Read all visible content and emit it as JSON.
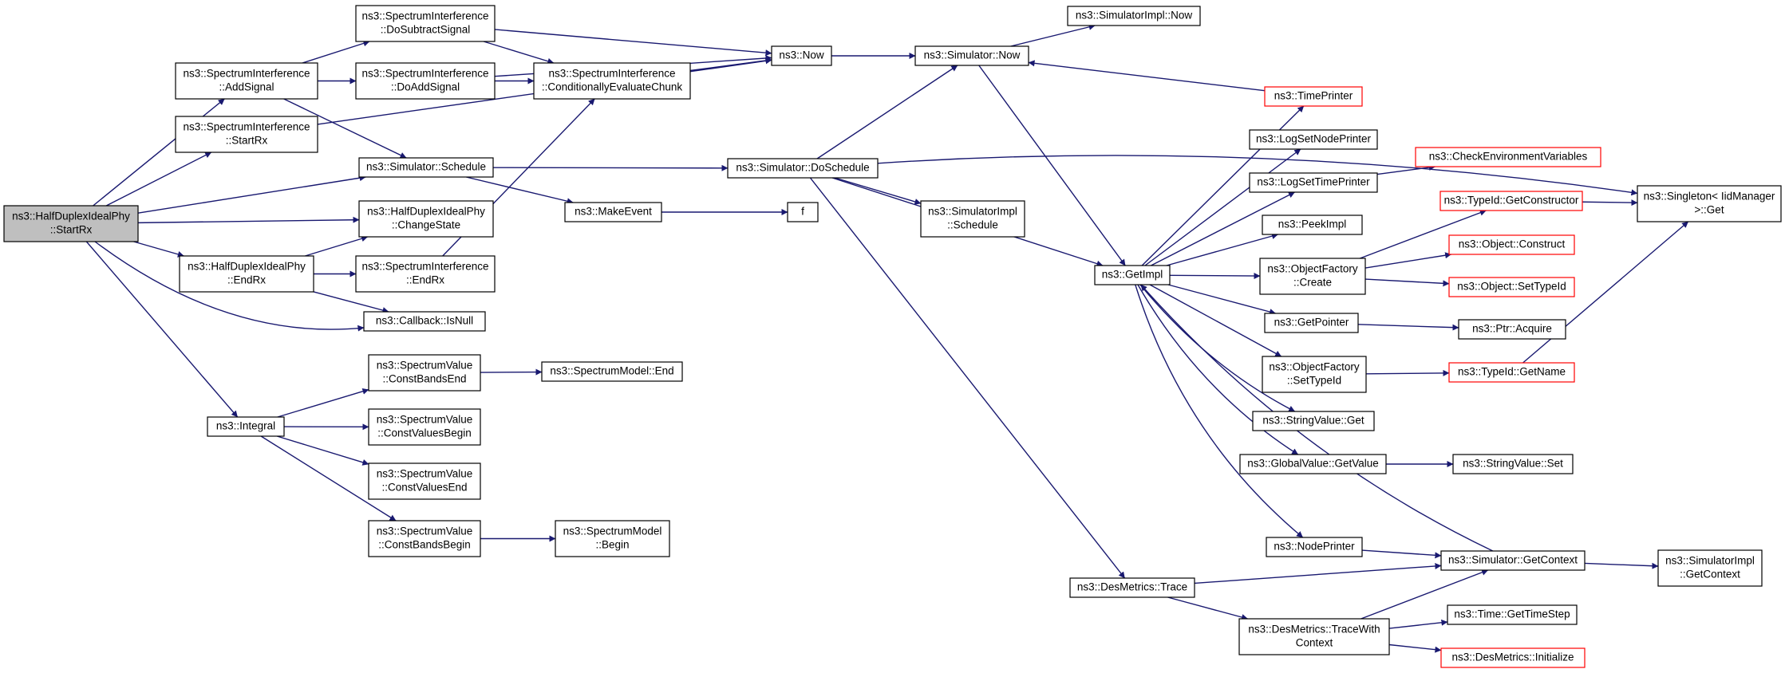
{
  "colors": {
    "edge": "#191970",
    "node_border": "#000000",
    "node_border_truncated": "#ff0000",
    "root_fill": "#bfbfbf",
    "node_fill": "#ffffff"
  },
  "nodes": [
    {
      "id": "start_rx",
      "lines": [
        "ns3::HalfDuplexIdealPhy",
        "::StartRx"
      ],
      "root": true
    },
    {
      "id": "si_addsignal",
      "lines": [
        "ns3::SpectrumInterference",
        "::AddSignal"
      ]
    },
    {
      "id": "si_startrx",
      "lines": [
        "ns3::SpectrumInterference",
        "::StartRx"
      ]
    },
    {
      "id": "hdp_endrx",
      "lines": [
        "ns3::HalfDuplexIdealPhy",
        "::EndRx"
      ]
    },
    {
      "id": "integral",
      "lines": [
        "ns3::Integral"
      ]
    },
    {
      "id": "si_dosub",
      "lines": [
        "ns3::SpectrumInterference",
        "::DoSubtractSignal"
      ]
    },
    {
      "id": "si_doadd",
      "lines": [
        "ns3::SpectrumInterference",
        "::DoAddSignal"
      ]
    },
    {
      "id": "sim_schedule",
      "lines": [
        "ns3::Simulator::Schedule"
      ]
    },
    {
      "id": "hdp_changestate",
      "lines": [
        "ns3::HalfDuplexIdealPhy",
        "::ChangeState"
      ]
    },
    {
      "id": "si_endrx",
      "lines": [
        "ns3::SpectrumInterference",
        "::EndRx"
      ]
    },
    {
      "id": "cb_isnull",
      "lines": [
        "ns3::Callback::IsNull"
      ]
    },
    {
      "id": "sv_cbe",
      "lines": [
        "ns3::SpectrumValue",
        "::ConstBandsEnd"
      ]
    },
    {
      "id": "sv_cvb",
      "lines": [
        "ns3::SpectrumValue",
        "::ConstValuesBegin"
      ]
    },
    {
      "id": "sv_cve",
      "lines": [
        "ns3::SpectrumValue",
        "::ConstValuesEnd"
      ]
    },
    {
      "id": "sv_cbb",
      "lines": [
        "ns3::SpectrumValue",
        "::ConstBandsBegin"
      ]
    },
    {
      "id": "si_cond",
      "lines": [
        "ns3::SpectrumInterference",
        "::ConditionallyEvaluateChunk"
      ]
    },
    {
      "id": "now",
      "lines": [
        "ns3::Now"
      ]
    },
    {
      "id": "makeevent",
      "lines": [
        "ns3::MakeEvent"
      ]
    },
    {
      "id": "sm_end",
      "lines": [
        "ns3::SpectrumModel::End"
      ]
    },
    {
      "id": "sm_begin",
      "lines": [
        "ns3::SpectrumModel",
        "::Begin"
      ]
    },
    {
      "id": "f",
      "lines": [
        "f"
      ]
    },
    {
      "id": "sim_now",
      "lines": [
        "ns3::Simulator::Now"
      ]
    },
    {
      "id": "sim_doschedule",
      "lines": [
        "ns3::Simulator::DoSchedule"
      ]
    },
    {
      "id": "simimpl_now",
      "lines": [
        "ns3::SimulatorImpl::Now"
      ]
    },
    {
      "id": "simimpl_schedule",
      "lines": [
        "ns3::SimulatorImpl",
        "::Schedule"
      ]
    },
    {
      "id": "getimpl",
      "lines": [
        "ns3::GetImpl"
      ]
    },
    {
      "id": "des_trace",
      "lines": [
        "ns3::DesMetrics::Trace"
      ]
    },
    {
      "id": "timeprinter",
      "lines": [
        "ns3::TimePrinter"
      ],
      "truncated": true
    },
    {
      "id": "logsetnode",
      "lines": [
        "ns3::LogSetNodePrinter"
      ]
    },
    {
      "id": "logsettime",
      "lines": [
        "ns3::LogSetTimePrinter"
      ]
    },
    {
      "id": "peekimpl",
      "lines": [
        "ns3::PeekImpl"
      ]
    },
    {
      "id": "of_create",
      "lines": [
        "ns3::ObjectFactory",
        "::Create"
      ]
    },
    {
      "id": "getpointer",
      "lines": [
        "ns3::GetPointer"
      ]
    },
    {
      "id": "of_settypeid",
      "lines": [
        "ns3::ObjectFactory",
        "::SetTypeId"
      ]
    },
    {
      "id": "stringvalue_get",
      "lines": [
        "ns3::StringValue::Get"
      ]
    },
    {
      "id": "gv_getvalue",
      "lines": [
        "ns3::GlobalValue::GetValue"
      ]
    },
    {
      "id": "nodeprinter",
      "lines": [
        "ns3::NodePrinter"
      ]
    },
    {
      "id": "des_tracewith",
      "lines": [
        "ns3::DesMetrics::TraceWith",
        "Context"
      ]
    },
    {
      "id": "checkenv",
      "lines": [
        "ns3::CheckEnvironmentVariables"
      ],
      "truncated": true
    },
    {
      "id": "typeid_getctor",
      "lines": [
        "ns3::TypeId::GetConstructor"
      ],
      "truncated": true
    },
    {
      "id": "obj_construct",
      "lines": [
        "ns3::Object::Construct"
      ],
      "truncated": true
    },
    {
      "id": "obj_settypeid",
      "lines": [
        "ns3::Object::SetTypeId"
      ],
      "truncated": true
    },
    {
      "id": "ptr_acquire",
      "lines": [
        "ns3::Ptr::Acquire"
      ]
    },
    {
      "id": "typeid_getname",
      "lines": [
        "ns3::TypeId::GetName"
      ],
      "truncated": true
    },
    {
      "id": "stringvalue_set",
      "lines": [
        "ns3::StringValue::Set"
      ]
    },
    {
      "id": "sim_getcontext",
      "lines": [
        "ns3::Simulator::GetContext"
      ]
    },
    {
      "id": "time_gettimestep",
      "lines": [
        "ns3::Time::GetTimeStep"
      ]
    },
    {
      "id": "des_initialize",
      "lines": [
        "ns3::DesMetrics::Initialize"
      ],
      "truncated": true
    },
    {
      "id": "singleton_get",
      "lines": [
        "ns3::Singleton< IidManager",
        " >::Get"
      ]
    },
    {
      "id": "simimpl_getcontext",
      "lines": [
        "ns3::SimulatorImpl",
        "::GetContext"
      ]
    }
  ],
  "edges": [
    [
      "start_rx",
      "si_addsignal"
    ],
    [
      "start_rx",
      "si_startrx"
    ],
    [
      "start_rx",
      "sim_schedule"
    ],
    [
      "start_rx",
      "hdp_changestate"
    ],
    [
      "start_rx",
      "hdp_endrx"
    ],
    [
      "start_rx",
      "cb_isnull"
    ],
    [
      "start_rx",
      "integral"
    ],
    [
      "si_addsignal",
      "si_dosub"
    ],
    [
      "si_addsignal",
      "si_doadd"
    ],
    [
      "si_addsignal",
      "sim_schedule"
    ],
    [
      "si_startrx",
      "now"
    ],
    [
      "hdp_endrx",
      "hdp_changestate"
    ],
    [
      "hdp_endrx",
      "si_endrx"
    ],
    [
      "hdp_endrx",
      "cb_isnull"
    ],
    [
      "integral",
      "sv_cbe"
    ],
    [
      "integral",
      "sv_cvb"
    ],
    [
      "integral",
      "sv_cve"
    ],
    [
      "integral",
      "sv_cbb"
    ],
    [
      "si_dosub",
      "now"
    ],
    [
      "si_dosub",
      "si_cond"
    ],
    [
      "si_doadd",
      "now"
    ],
    [
      "si_doadd",
      "si_cond"
    ],
    [
      "si_endrx",
      "si_cond"
    ],
    [
      "sim_schedule",
      "makeevent"
    ],
    [
      "sim_schedule",
      "sim_doschedule"
    ],
    [
      "si_cond",
      "now"
    ],
    [
      "now",
      "sim_now"
    ],
    [
      "makeevent",
      "f"
    ],
    [
      "sv_cbe",
      "sm_end"
    ],
    [
      "sv_cbb",
      "sm_begin"
    ],
    [
      "sim_now",
      "simimpl_now"
    ],
    [
      "sim_now",
      "getimpl"
    ],
    [
      "sim_doschedule",
      "sim_now"
    ],
    [
      "sim_doschedule",
      "simimpl_schedule"
    ],
    [
      "sim_doschedule",
      "getimpl"
    ],
    [
      "sim_doschedule",
      "des_trace"
    ],
    [
      "sim_doschedule",
      "singleton_get"
    ],
    [
      "timeprinter",
      "sim_now"
    ],
    [
      "getimpl",
      "timeprinter"
    ],
    [
      "getimpl",
      "logsetnode"
    ],
    [
      "getimpl",
      "logsettime"
    ],
    [
      "getimpl",
      "peekimpl"
    ],
    [
      "getimpl",
      "of_create"
    ],
    [
      "getimpl",
      "getpointer"
    ],
    [
      "getimpl",
      "of_settypeid"
    ],
    [
      "getimpl",
      "stringvalue_get"
    ],
    [
      "getimpl",
      "gv_getvalue"
    ],
    [
      "getimpl",
      "nodeprinter"
    ],
    [
      "des_trace",
      "sim_getcontext"
    ],
    [
      "des_trace",
      "des_tracewith"
    ],
    [
      "logsettime",
      "checkenv"
    ],
    [
      "of_create",
      "typeid_getctor"
    ],
    [
      "of_create",
      "obj_construct"
    ],
    [
      "of_create",
      "obj_settypeid"
    ],
    [
      "getpointer",
      "ptr_acquire"
    ],
    [
      "of_settypeid",
      "typeid_getname"
    ],
    [
      "gv_getvalue",
      "stringvalue_set"
    ],
    [
      "nodeprinter",
      "sim_getcontext"
    ],
    [
      "sim_getcontext",
      "getimpl"
    ],
    [
      "sim_getcontext",
      "simimpl_getcontext"
    ],
    [
      "des_tracewith",
      "sim_getcontext"
    ],
    [
      "des_tracewith",
      "time_gettimestep"
    ],
    [
      "des_tracewith",
      "des_initialize"
    ],
    [
      "typeid_getctor",
      "singleton_get"
    ],
    [
      "typeid_getname",
      "singleton_get"
    ]
  ]
}
